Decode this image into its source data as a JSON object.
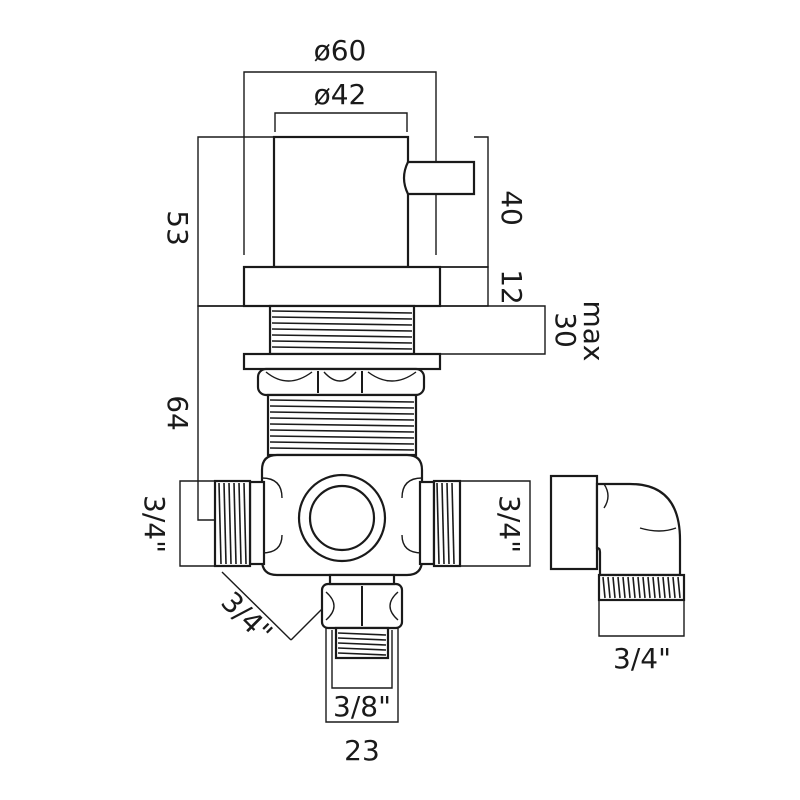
{
  "labels": {
    "dia_outer": "ø60",
    "dia_inner": "ø42",
    "height_top": "53",
    "height_handle": "40",
    "flange": "12",
    "max": "max",
    "max_value": "30",
    "height_body": "64",
    "left_port": "3/4\"",
    "right_port": "3/4\"",
    "diag_port": "3/4\"",
    "bottom_port": "3/8\"",
    "bottom_width": "23",
    "elbow_port": "3/4\""
  }
}
